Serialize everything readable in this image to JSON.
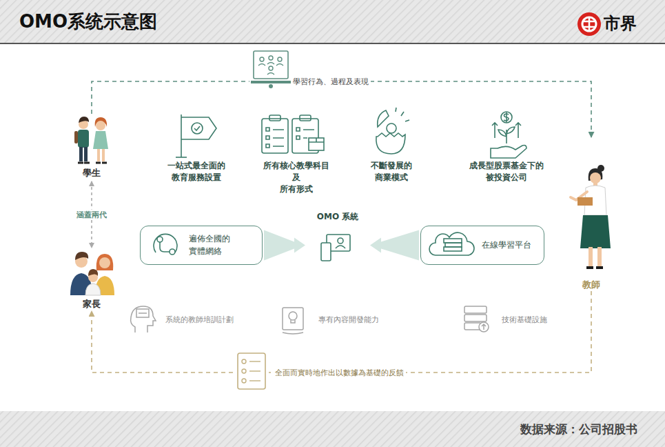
{
  "diagram": {
    "title": "OMO系统示意图",
    "caption": "数据来源：公司招股书",
    "nodes": [
      {
        "text": [
          "學生"
        ]
      },
      {
        "text": [
          "遍佈全國的 實體網絡"
        ]
      },
      {
        "text": [
          "OMO 系統"
        ]
      },
      {
        "text": [
          "在線學習平台"
        ]
      },
      {
        "text": [
          "家長"
        ]
      },
      {
        "text": [
          "教師"
        ]
      }
    ],
    "edges": [
      {
        "from": 0,
        "to": 5,
        "label": "學習行為、過程及表現",
        "arrow": "to"
      },
      {
        "from": 5,
        "to": 4,
        "label": "全面而實時地作出以數據為基礎的反饋",
        "arrow": "to"
      },
      {
        "from": 0,
        "to": 4,
        "label": "涵蓋兩代",
        "arrow": "both"
      },
      {
        "from": 1,
        "to": 2,
        "arrow": "to"
      },
      {
        "from": 3,
        "to": 2,
        "arrow": "to"
      }
    ],
    "labels": [
      "市界",
      "一站式最全面的 教育服務設置",
      "所有核心教學科目 及 所有形式",
      "不斷發展的 商業模式",
      "成長型股票基金下的 被投資公司",
      "系統的教師培訓計劃",
      "專有內容開發能力",
      "技術基礎設施"
    ]
  }
}
